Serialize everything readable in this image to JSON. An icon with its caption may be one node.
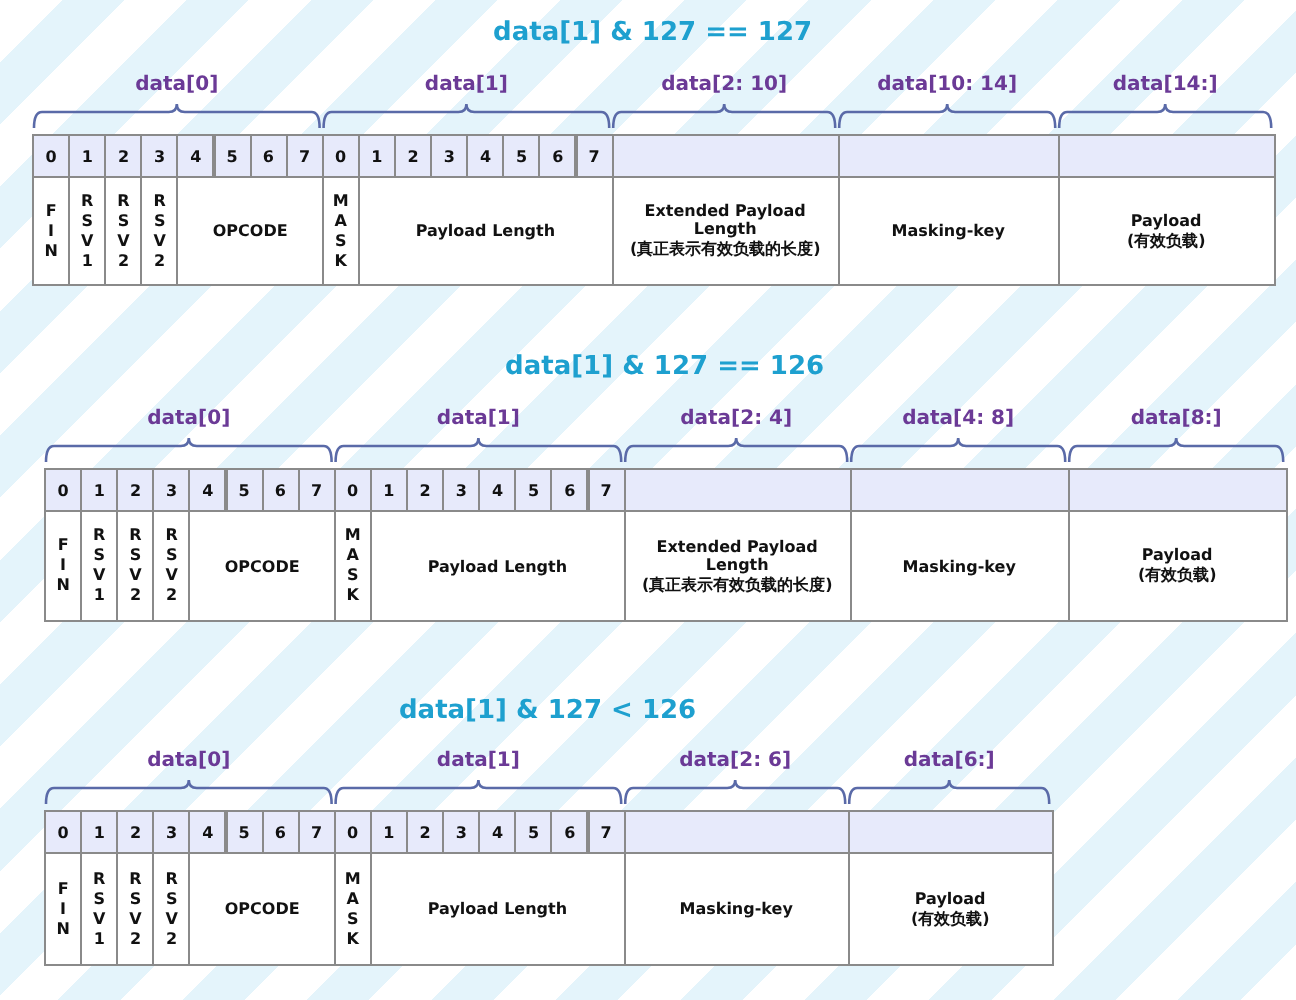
{
  "diagram": {
    "labels": [
      "data[1] & 127 == 127",
      "data[0]",
      "data[1]",
      "data[2: 10]",
      "data[10: 14]",
      "data[14:]",
      "0",
      "1",
      "2",
      "3",
      "4",
      "5",
      "6",
      "7",
      "0",
      "1",
      "2",
      "3",
      "4",
      "5",
      "6",
      "7",
      "FIN",
      "RSV1",
      "RSV2",
      "RSV2",
      "OPCODE",
      "MASK",
      "Payload Length",
      "Extended Payload Length",
      "(真正表示有效负载的长度)",
      "Masking-key",
      "Payload",
      "(有效负载)",
      "data[1] & 127 == 126",
      "data[0]",
      "data[1]",
      "data[2: 4]",
      "data[4: 8]",
      "data[8:]",
      "0",
      "1",
      "2",
      "3",
      "4",
      "5",
      "6",
      "7",
      "0",
      "1",
      "2",
      "3",
      "4",
      "5",
      "6",
      "7",
      "FIN",
      "RSV1",
      "RSV2",
      "RSV2",
      "OPCODE",
      "MASK",
      "Payload Length",
      "Extended Payload Length",
      "(真正表示有效负载的长度)",
      "Masking-key",
      "Payload",
      "(有效负载)",
      "data[1] & 127 < 126",
      "data[0]",
      "data[1]",
      "data[2: 6]",
      "data[6:]",
      "0",
      "1",
      "2",
      "3",
      "4",
      "5",
      "6",
      "7",
      "0",
      "1",
      "2",
      "3",
      "4",
      "5",
      "6",
      "7",
      "FIN",
      "RSV1",
      "RSV2",
      "RSV2",
      "OPCODE",
      "MASK",
      "Payload Length",
      "Masking-key",
      "Payload",
      "(有效负载)"
    ]
  }
}
